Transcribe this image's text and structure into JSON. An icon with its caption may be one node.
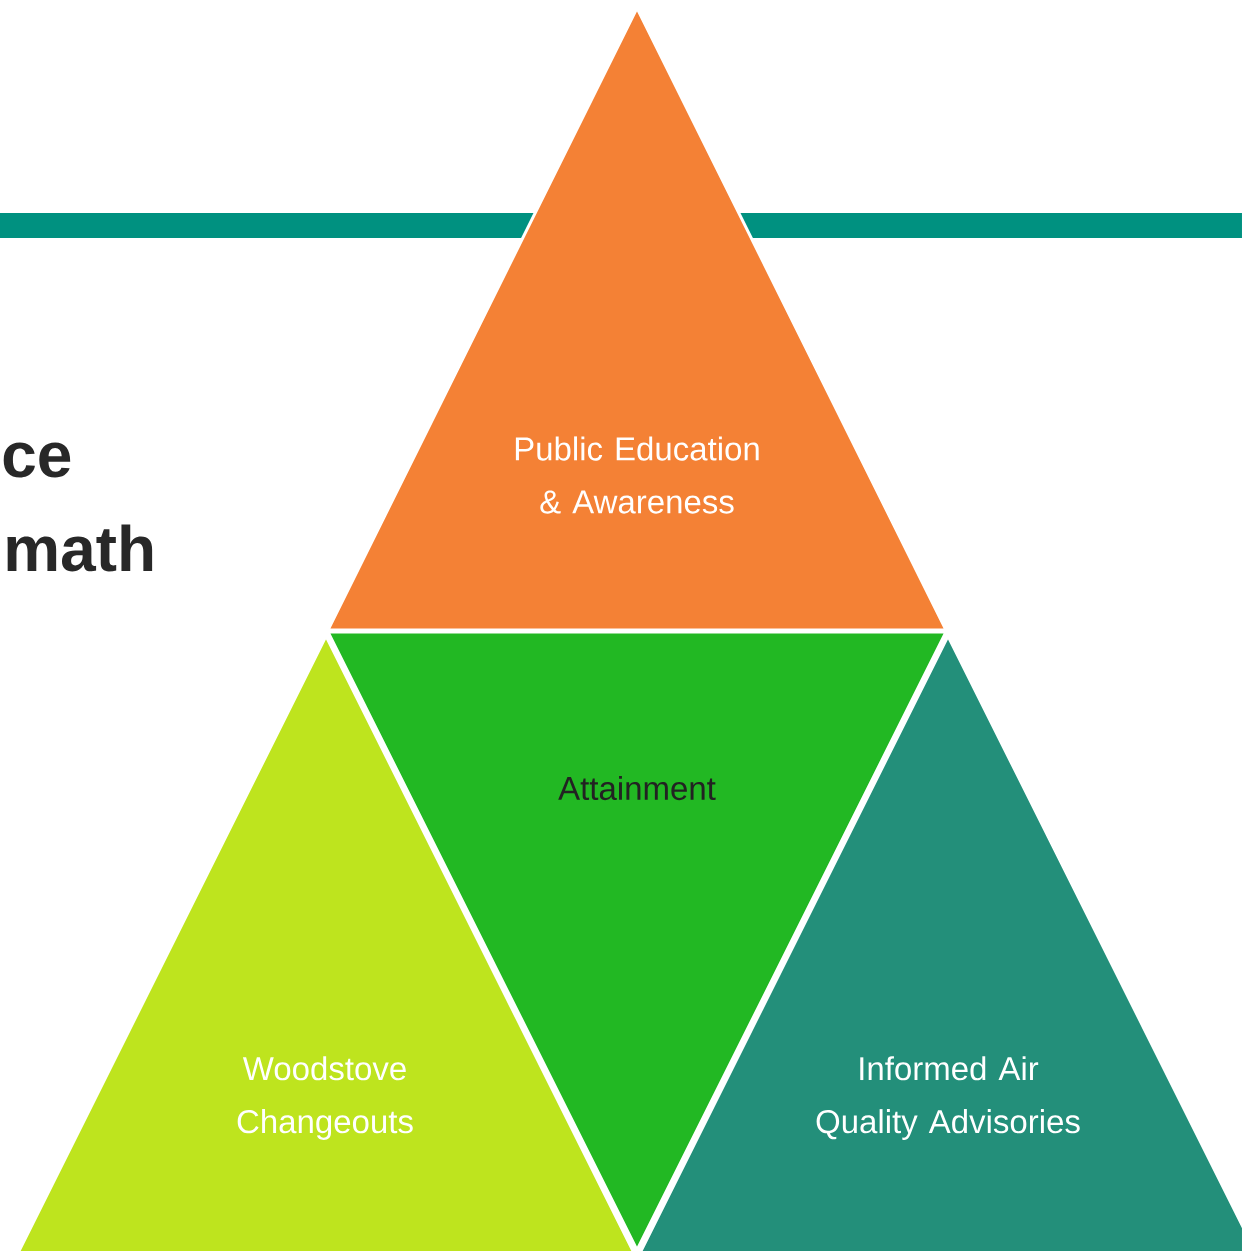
{
  "diagram": {
    "nodes": [
      {
        "text": [
          "Public Education & Awareness"
        ]
      },
      {
        "text": [
          "Attainment"
        ]
      },
      {
        "text": [
          "Woodstove Changeouts"
        ]
      },
      {
        "text": [
          "Informed Air Quality Advisories"
        ]
      }
    ],
    "labels": [
      "ce",
      "math"
    ]
  }
}
